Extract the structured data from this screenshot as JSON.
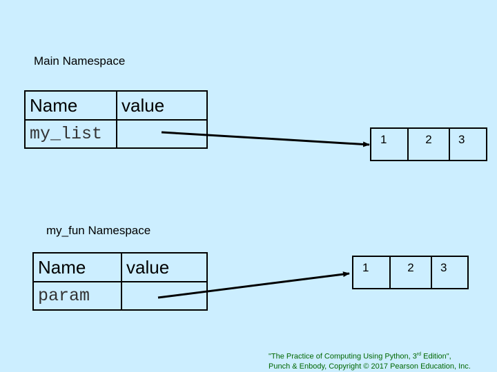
{
  "main_ns": {
    "title": "Main Namespace",
    "col_name": "Name",
    "col_value": "value",
    "var_name": "my_list"
  },
  "fun_ns": {
    "title": "my_fun Namespace",
    "col_name": "Name",
    "col_value": "value",
    "var_name": "param"
  },
  "list_top": [
    "1",
    "2",
    "3"
  ],
  "list_bottom": [
    "1",
    "2",
    "3"
  ],
  "credit": {
    "line1_pre": "\"The Practice of Computing Using Python, 3",
    "line1_sup": "rd",
    "line1_post": " Edition\",",
    "line2": "Punch & Enbody, Copyright © 2017 Pearson Education, Inc."
  },
  "colors": {
    "background": "#cceeff",
    "credit_text": "#006600"
  }
}
